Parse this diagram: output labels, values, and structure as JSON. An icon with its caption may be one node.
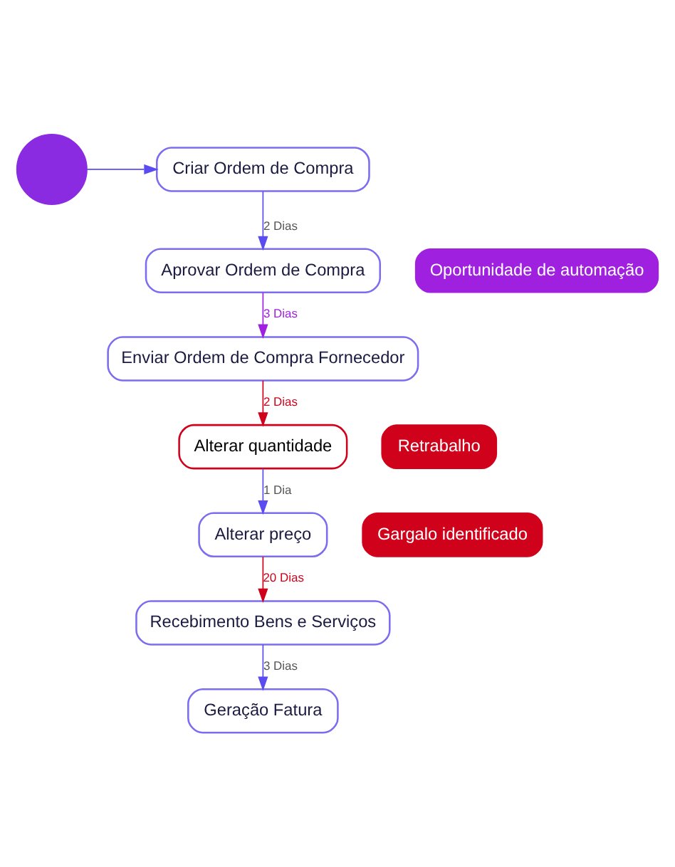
{
  "diagram": {
    "nodes": [
      {
        "text": [],
        "shape": "circle"
      },
      {
        "text": [
          "Criar Ordem de Compra"
        ]
      },
      {
        "text": [
          "Oportunidade de automação"
        ]
      },
      {
        "text": [
          "Aprovar Ordem de Compra"
        ]
      },
      {
        "text": [
          "Enviar Ordem de Compra Fornecedor"
        ]
      },
      {
        "text": [
          "Retrabalho"
        ]
      },
      {
        "text": [
          "Alterar quantidade"
        ]
      },
      {
        "text": [
          "Gargalo identificado"
        ]
      },
      {
        "text": [
          "Alterar preço"
        ]
      },
      {
        "text": [
          "Recebimento Bens e Serviços"
        ]
      },
      {
        "text": [
          "Geração Fatura"
        ]
      }
    ],
    "edges": [
      {
        "from": 0,
        "to": 1,
        "arrow": "to"
      },
      {
        "from": 1,
        "to": 3,
        "label": "2 Dias",
        "arrow": "to"
      },
      {
        "from": 3,
        "to": 4,
        "label": "3 Dias",
        "arrow": "to",
        "color": "#a020e0"
      },
      {
        "from": 4,
        "to": 6,
        "label": "2 Dias",
        "arrow": "to",
        "color": "#d0021b"
      },
      {
        "from": 6,
        "to": 8,
        "label": "1 Dia",
        "arrow": "to"
      },
      {
        "from": 8,
        "to": 9,
        "label": "20 Dias",
        "arrow": "to",
        "color": "#d0021b"
      },
      {
        "from": 9,
        "to": 10,
        "label": "3 Dias",
        "arrow": "to"
      }
    ]
  }
}
